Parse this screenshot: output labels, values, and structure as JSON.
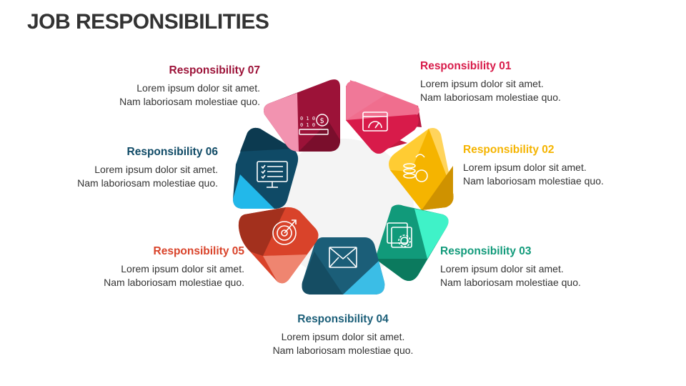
{
  "title": "JOB RESPONSIBILITIES",
  "colors": {
    "r01": "#d81b4a",
    "r02": "#f5b400",
    "r03": "#119a7a",
    "r04": "#1b5e78",
    "r05": "#d9432a",
    "r06": "#0f4a66",
    "r07": "#9c1238"
  },
  "responsibilities": [
    {
      "label": "Responsibility 01",
      "line1": "Lorem ipsum dolor sit amet.",
      "line2": "Nam laboriosam molestiae quo.",
      "icon": "speedometer-icon"
    },
    {
      "label": "Responsibility 02",
      "line1": "Lorem ipsum dolor sit amet.",
      "line2": "Nam laboriosam molestiae quo.",
      "icon": "coins-icon"
    },
    {
      "label": "Responsibility 03",
      "line1": "Lorem ipsum dolor sit amet.",
      "line2": "Nam laboriosam molestiae quo.",
      "icon": "gear-window-icon"
    },
    {
      "label": "Responsibility 04",
      "line1": "Lorem ipsum dolor sit amet.",
      "line2": "Nam laboriosam molestiae quo.",
      "icon": "envelope-icon"
    },
    {
      "label": "Responsibility 05",
      "line1": "Lorem ipsum dolor sit amet.",
      "line2": "Nam laboriosam molestiae quo.",
      "icon": "target-dollar-icon"
    },
    {
      "label": "Responsibility 06",
      "line1": "Lorem ipsum dolor sit amet.",
      "line2": "Nam laboriosam molestiae quo.",
      "icon": "checklist-board-icon"
    },
    {
      "label": "Responsibility 07",
      "line1": "Lorem ipsum dolor sit amet.",
      "line2": "Nam laboriosam molestiae quo.",
      "icon": "binary-dollar-icon"
    }
  ]
}
